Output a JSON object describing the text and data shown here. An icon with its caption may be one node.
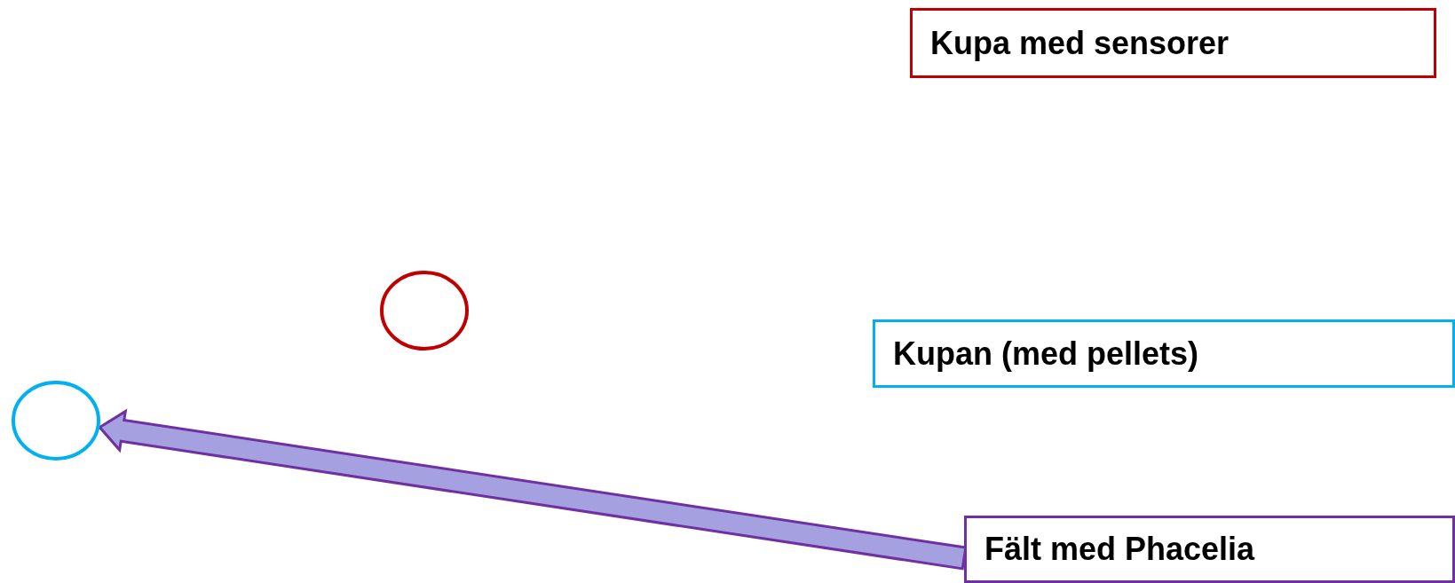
{
  "diagram": {
    "nodes": [
      {
        "text": [
          "Kupa med sensorer"
        ]
      },
      {
        "text": [],
        "shape": "circle"
      },
      {
        "text": [
          "Kupan (med pellets)"
        ]
      },
      {
        "text": [],
        "shape": "circle"
      },
      {
        "text": [
          "Fält med Phacelia"
        ]
      }
    ],
    "edges": [
      {
        "from": 4,
        "to": 3,
        "arrow": "to",
        "style": "thick",
        "color": "#7030a0"
      }
    ]
  }
}
